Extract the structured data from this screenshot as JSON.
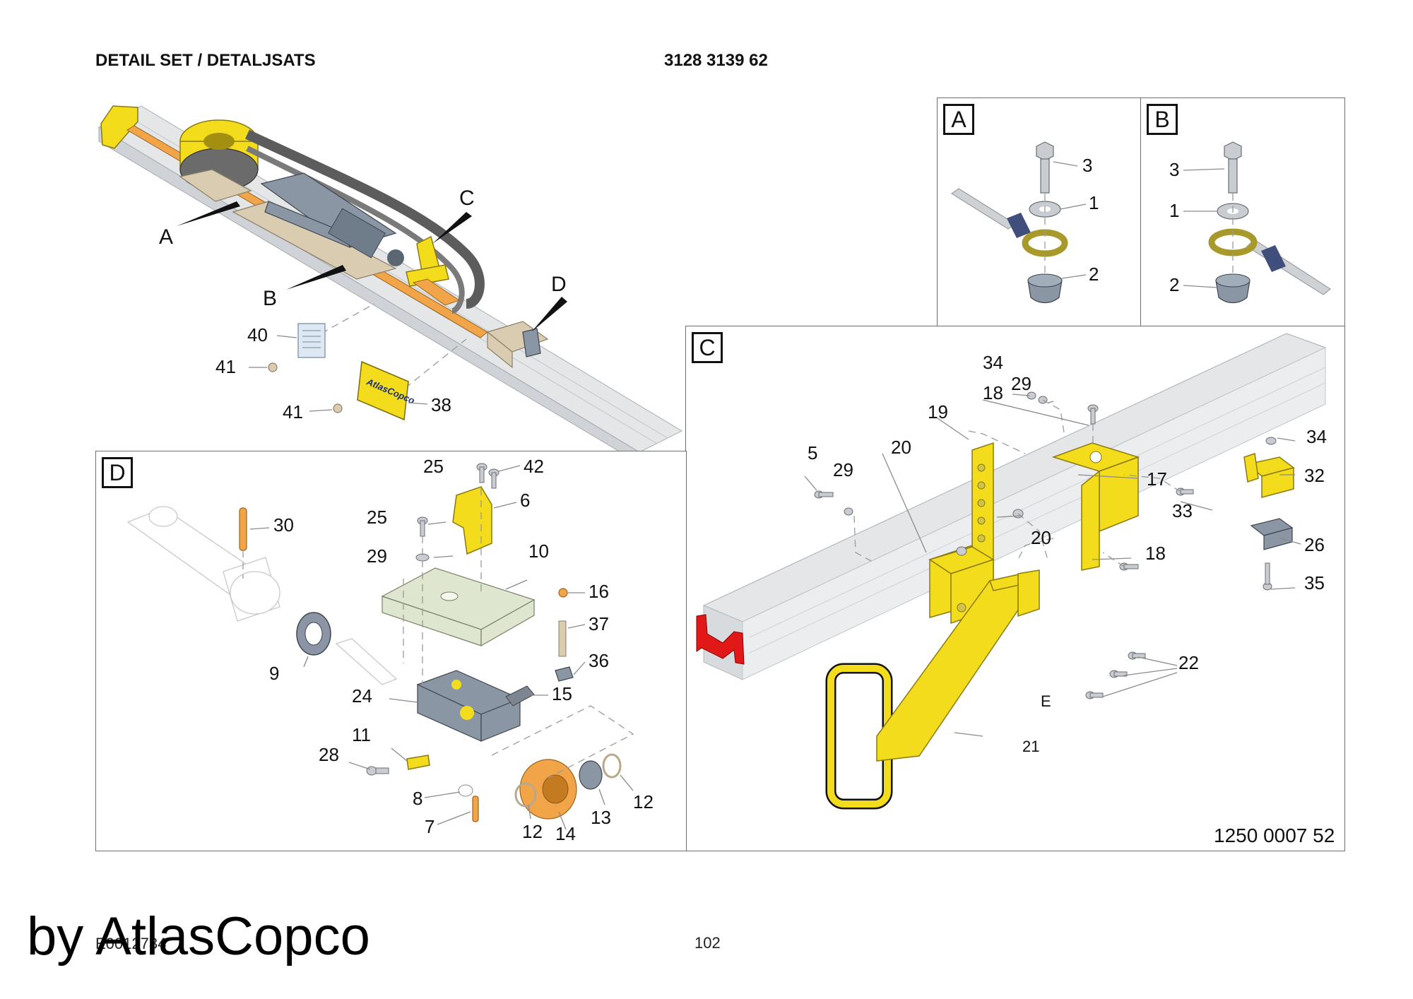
{
  "header": {
    "title": "DETAIL SET / DETALJSATS",
    "part_number": "3128 3139 62"
  },
  "overview": {
    "callouts": [
      "A",
      "B",
      "C",
      "D"
    ],
    "parts": [
      {
        "num": "40",
        "name": "sign"
      },
      {
        "num": "41",
        "name": "rivet"
      },
      {
        "num": "41",
        "name": "rivet"
      },
      {
        "num": "38",
        "name": "logo-plate"
      }
    ],
    "logo_text": "AtlasCopco"
  },
  "panel_a": {
    "label": "A",
    "parts": [
      "3",
      "1",
      "2"
    ]
  },
  "panel_b": {
    "label": "B",
    "parts": [
      "3",
      "1",
      "2"
    ]
  },
  "panel_c": {
    "label": "C",
    "parts": [
      "34",
      "29",
      "18",
      "19",
      "5",
      "29",
      "20",
      "20",
      "17",
      "18",
      "34",
      "32",
      "33",
      "26",
      "35",
      "22",
      "21"
    ],
    "letter_e": "E",
    "reference": "1250 0007 52"
  },
  "panel_d": {
    "label": "D",
    "parts": [
      "25",
      "42",
      "30",
      "25",
      "6",
      "29",
      "10",
      "16",
      "37",
      "36",
      "9",
      "15",
      "24",
      "11",
      "28",
      "8",
      "7",
      "12",
      "14",
      "13",
      "12"
    ]
  },
  "footer": {
    "watermark": "by AtlasCopco",
    "doc_id": "E0012734",
    "page": "102"
  },
  "colors": {
    "yellow": "#f2dc1c",
    "slate": "#8a96a3",
    "beige": "#d9ccb0",
    "orange": "#f2a548",
    "red": "#e01818"
  }
}
